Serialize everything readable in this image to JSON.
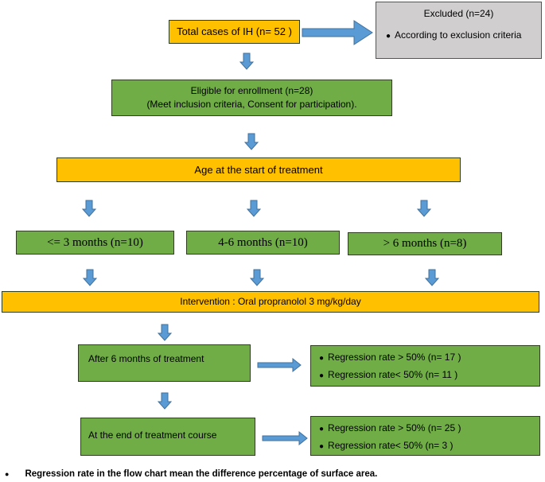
{
  "colors": {
    "green": "#70ad47",
    "orange": "#ffc000",
    "gray": "#d0cece",
    "arrow": "#5b9bd5"
  },
  "total": "Total cases of IH (n= 52 )",
  "excluded": {
    "title": "Excluded (n=24)",
    "bullet": "According to exclusion criteria"
  },
  "eligible": {
    "line1": "Eligible for enrollment (n=28)",
    "line2": "(Meet inclusion criteria, Consent for participation)."
  },
  "age": "Age at the start of treatment",
  "groups": [
    "<= 3 months (n=10)",
    "4-6 months (n=10)",
    "> 6 months (n=8)"
  ],
  "intervention": "Intervention : Oral propranolol 3 mg/kg/day",
  "after6": {
    "label": "After 6 months of treatment",
    "results": [
      "Regression rate > 50% (n= 17  )",
      "Regression rate< 50% (n= 11 )"
    ]
  },
  "end": {
    "label": "At the end of treatment course",
    "results": [
      "Regression rate > 50% (n=  25 )",
      "Regression rate< 50% (n=  3 )"
    ]
  },
  "footnote": "Regression rate in the flow chart mean the difference percentage of surface area."
}
